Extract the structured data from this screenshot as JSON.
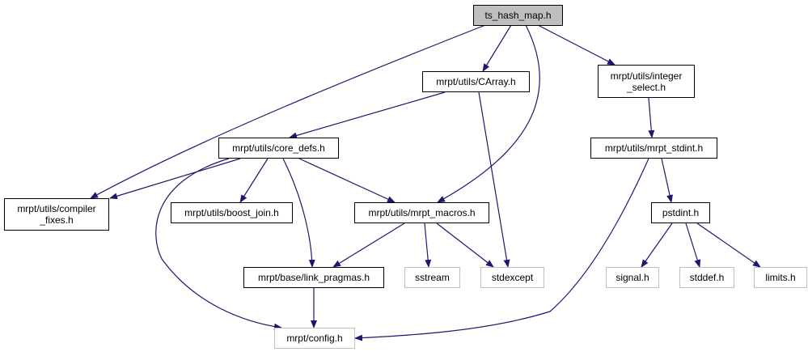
{
  "colors": {
    "edge": "#191970",
    "root_fill": "#bfbfbf",
    "external_border": "#bfbfbf"
  },
  "nodes": {
    "ts_hash_map": "ts_hash_map.h",
    "carray": "mrpt/utils/CArray.h",
    "integer_select": "mrpt/utils/integer\n_select.h",
    "core_defs": "mrpt/utils/core_defs.h",
    "mrpt_stdint": "mrpt/utils/mrpt_stdint.h",
    "compiler_fixes": "mrpt/utils/compiler\n_fixes.h",
    "boost_join": "mrpt/utils/boost_join.h",
    "mrpt_macros": "mrpt/utils/mrpt_macros.h",
    "pstdint": "pstdint.h",
    "link_pragmas": "mrpt/base/link_pragmas.h",
    "sstream": "sstream",
    "stdexcept": "stdexcept",
    "signal": "signal.h",
    "stddef": "stddef.h",
    "limits": "limits.h",
    "config": "mrpt/config.h"
  },
  "edges": [
    [
      "ts_hash_map",
      "compiler_fixes"
    ],
    [
      "ts_hash_map",
      "carray"
    ],
    [
      "ts_hash_map",
      "mrpt_macros"
    ],
    [
      "ts_hash_map",
      "integer_select"
    ],
    [
      "carray",
      "core_defs"
    ],
    [
      "carray",
      "stdexcept"
    ],
    [
      "integer_select",
      "mrpt_stdint"
    ],
    [
      "core_defs",
      "compiler_fixes"
    ],
    [
      "core_defs",
      "config"
    ],
    [
      "core_defs",
      "boost_join"
    ],
    [
      "core_defs",
      "link_pragmas"
    ],
    [
      "core_defs",
      "mrpt_macros"
    ],
    [
      "mrpt_stdint",
      "config"
    ],
    [
      "mrpt_stdint",
      "pstdint"
    ],
    [
      "mrpt_macros",
      "link_pragmas"
    ],
    [
      "mrpt_macros",
      "sstream"
    ],
    [
      "mrpt_macros",
      "stdexcept"
    ],
    [
      "link_pragmas",
      "config"
    ],
    [
      "pstdint",
      "signal"
    ],
    [
      "pstdint",
      "stddef"
    ],
    [
      "pstdint",
      "limits"
    ]
  ]
}
